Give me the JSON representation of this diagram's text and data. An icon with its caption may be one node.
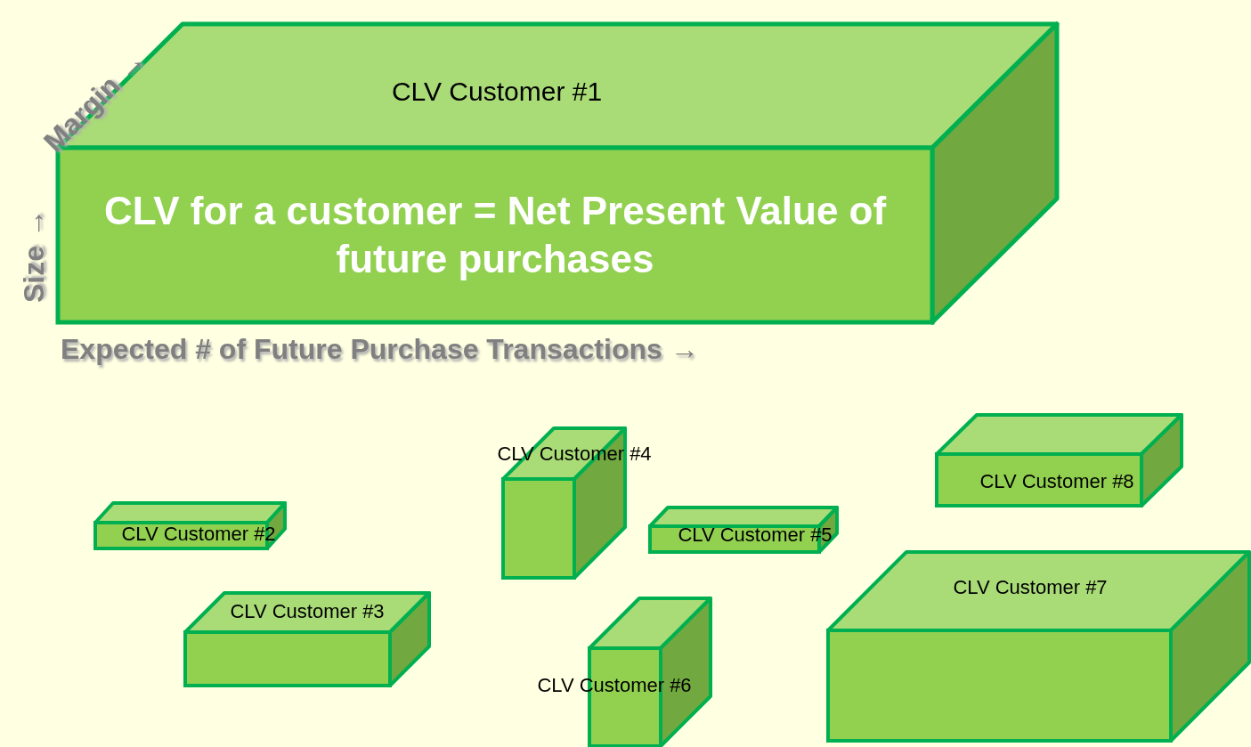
{
  "diagram": {
    "nodes": [
      {
        "text": [
          "CLV Customer #1",
          "CLV for a customer = Net Present Value of future purchases"
        ]
      },
      {
        "text": [
          "CLV Customer #2"
        ]
      },
      {
        "text": [
          "CLV Customer #3"
        ]
      },
      {
        "text": [
          "CLV Customer #4"
        ]
      },
      {
        "text": [
          "CLV Customer #5"
        ]
      },
      {
        "text": [
          "CLV Customer #6"
        ]
      },
      {
        "text": [
          "CLV Customer #7"
        ]
      },
      {
        "text": [
          "CLV Customer #8"
        ]
      }
    ],
    "edges": [],
    "labels": [
      "Margin →",
      "Size →",
      "Expected # of Future Purchase Transactions →"
    ]
  }
}
